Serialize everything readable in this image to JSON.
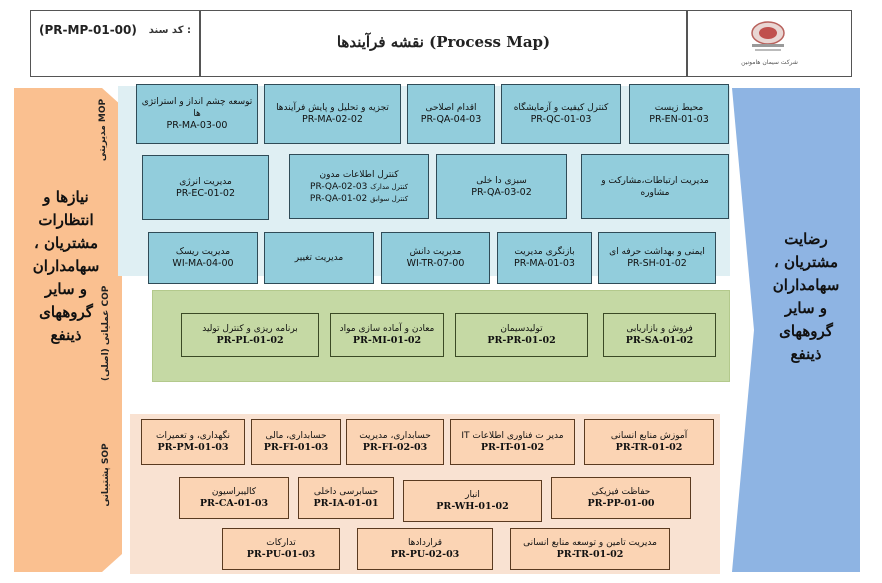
{
  "header": {
    "code_label": "کد سند :",
    "code_value": "(PR-MP-01-00)",
    "title": "نقشه فرآیندها (Process Map)",
    "company": "شرکت سیمان هامونین"
  },
  "left_arrow": {
    "lines": [
      "نیازها و",
      "انتظارات",
      "مشتریان ،",
      "سهامداران",
      "و سایر",
      "گروههای",
      "ذینفع"
    ],
    "color": "#fac090"
  },
  "right_arrow": {
    "lines": [
      "رضایت",
      "مشتریان ،",
      "سهامداران",
      "و سایر",
      "گروههای",
      "ذینفع"
    ],
    "color": "#8eb4e3"
  },
  "lanes": {
    "management": "مدیریتی MOP",
    "core": "عملیاتی (اصلی) COP",
    "support": "پشتیبانی SOP"
  },
  "management_boxes": [
    {
      "title": "محیط زیست",
      "code": "PR-EN-01-03"
    },
    {
      "title": "کنترل کیفیت و آزمایشگاه",
      "code": "PR-QC-01-03"
    },
    {
      "title": "اقدام اصلاحی",
      "code": "PR-QA-04-03"
    },
    {
      "title": "تجزیه و تحلیل و پایش فرآیندها",
      "code": "PR-MA-02-02"
    },
    {
      "title": "توسعه چشم انداز و استراتژی ها",
      "code": "PR-MA-03-00"
    },
    {
      "title": "مدیریت ارتباطات،مشارکت و مشاوره",
      "code": ""
    },
    {
      "title": "سبزی دا خلی",
      "code": "PR-QA-03-02"
    },
    {
      "title": "کنترل اطلاعات مدون",
      "code": "PR-QA-02-03",
      "sub1": "کنترل مدارک",
      "code2": "PR-QA-01-02",
      "sub2": "کنترل سوابق"
    },
    {
      "title": "مدیریت انرژی",
      "code": "PR-EC-01-02"
    },
    {
      "title": "ایمنی و بهداشت حرفه ای",
      "code": "PR-SH-01-02"
    },
    {
      "title": "بازنگری مدیریت",
      "code": "PR-MA-01-03"
    },
    {
      "title": "مدیریت دانش",
      "code": "WI-TR-07-00"
    },
    {
      "title": "مدیریت تغییر",
      "code": ""
    },
    {
      "title": "مدیریت ریسک",
      "code": "WI-MA-04-00"
    }
  ],
  "core_boxes": [
    {
      "title": "فروش و بازاریابی",
      "code": "PR-SA-01-02"
    },
    {
      "title": "تولیدسیمان",
      "code": "PR-PR-01-02"
    },
    {
      "title": "معادن و آماده سازی مواد",
      "code": "PR-MI-01-02"
    },
    {
      "title": "برنامه ریزی و کنترل تولید",
      "code": "PR-PL-01-02"
    }
  ],
  "support_boxes": [
    {
      "title": "آموزش منابع انسانی",
      "code": "PR-TR-01-02"
    },
    {
      "title": "مدیر ت فناوری اطلاعات IT",
      "code": "PR-IT-01-02"
    },
    {
      "title": "حسابداری، مدیریت",
      "code": "PR-FI-02-03"
    },
    {
      "title": "حسابداری، مالی",
      "code": "PR-FI-01-03"
    },
    {
      "title": "نگهداری، و تعمیرات",
      "code": "PR-PM-01-03"
    },
    {
      "title": "حفاظت فیزیکی",
      "code": "PR-PP-01-00"
    },
    {
      "title": "انبار",
      "code": "PR-WH-01-02"
    },
    {
      "title": "حسابرسی داخلی",
      "code": "PR-IA-01-01"
    },
    {
      "title": "کالیبراسیون",
      "code": "PR-CA-01-03"
    },
    {
      "title": "مدیریت تامین و توسعه منابع انسانی",
      "code": "PR-TR-01-02"
    },
    {
      "title": "قراردادها",
      "code": "PR-PU-02-03"
    },
    {
      "title": "تدارکات",
      "code": "PR-PU-01-03"
    }
  ],
  "colors": {
    "management_box": "#92cddc",
    "core_box": "#c5d9a4",
    "support_box": "#fbd4b4"
  }
}
